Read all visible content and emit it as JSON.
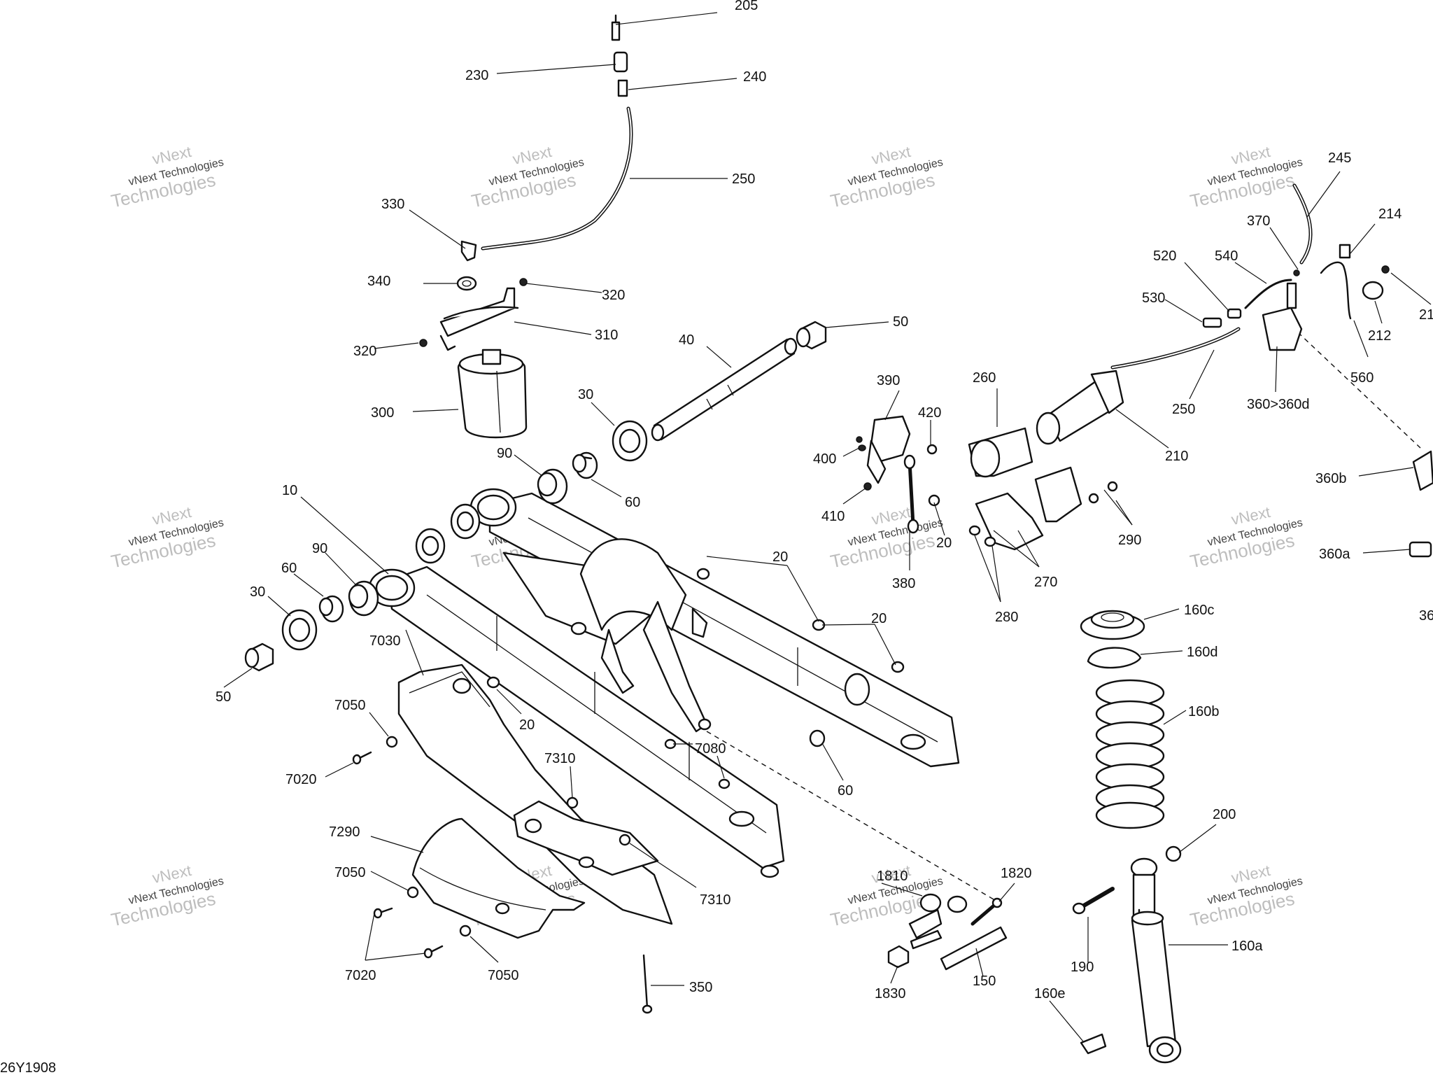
{
  "diagram": {
    "code": "26Y1908",
    "watermark": {
      "line1": "vNext",
      "line2": "vNext Technologies",
      "line3": "Technologies"
    },
    "labels": [
      {
        "id": "l205",
        "text": "205"
      },
      {
        "id": "l230",
        "text": "230"
      },
      {
        "id": "l240",
        "text": "240"
      },
      {
        "id": "l250a",
        "text": "250"
      },
      {
        "id": "l330",
        "text": "330"
      },
      {
        "id": "l340",
        "text": "340"
      },
      {
        "id": "l320a",
        "text": "320"
      },
      {
        "id": "l310",
        "text": "310"
      },
      {
        "id": "l320b",
        "text": "320"
      },
      {
        "id": "l300",
        "text": "300"
      },
      {
        "id": "l40",
        "text": "40"
      },
      {
        "id": "l50a",
        "text": "50"
      },
      {
        "id": "l30a",
        "text": "30"
      },
      {
        "id": "l90a",
        "text": "90"
      },
      {
        "id": "l60a",
        "text": "60"
      },
      {
        "id": "l10",
        "text": "10"
      },
      {
        "id": "l90b",
        "text": "90"
      },
      {
        "id": "l60b",
        "text": "60"
      },
      {
        "id": "l30b",
        "text": "30"
      },
      {
        "id": "l50b",
        "text": "50"
      },
      {
        "id": "l7030",
        "text": "7030"
      },
      {
        "id": "l7050a",
        "text": "7050"
      },
      {
        "id": "l7020a",
        "text": "7020"
      },
      {
        "id": "l20a",
        "text": "20"
      },
      {
        "id": "l7310a",
        "text": "7310"
      },
      {
        "id": "l7080",
        "text": "7080"
      },
      {
        "id": "l20b",
        "text": "20"
      },
      {
        "id": "l20c",
        "text": "20"
      },
      {
        "id": "l60c",
        "text": "60"
      },
      {
        "id": "l7290",
        "text": "7290"
      },
      {
        "id": "l7050b",
        "text": "7050"
      },
      {
        "id": "l7310b",
        "text": "7310"
      },
      {
        "id": "l7020b",
        "text": "7020"
      },
      {
        "id": "l7050c",
        "text": "7050"
      },
      {
        "id": "l350",
        "text": "350"
      },
      {
        "id": "l390",
        "text": "390"
      },
      {
        "id": "l420",
        "text": "420"
      },
      {
        "id": "l400",
        "text": "400"
      },
      {
        "id": "l410",
        "text": "410"
      },
      {
        "id": "l20d",
        "text": "20"
      },
      {
        "id": "l380",
        "text": "380"
      },
      {
        "id": "l260",
        "text": "260"
      },
      {
        "id": "l210",
        "text": "210"
      },
      {
        "id": "l290",
        "text": "290"
      },
      {
        "id": "l270",
        "text": "270"
      },
      {
        "id": "l280",
        "text": "280"
      },
      {
        "id": "l245",
        "text": "245"
      },
      {
        "id": "l214",
        "text": "214"
      },
      {
        "id": "l370",
        "text": "370"
      },
      {
        "id": "l520",
        "text": "520"
      },
      {
        "id": "l540",
        "text": "540"
      },
      {
        "id": "l530",
        "text": "530"
      },
      {
        "id": "l212",
        "text": "212"
      },
      {
        "id": "l21x",
        "text": "21"
      },
      {
        "id": "l250b",
        "text": "250"
      },
      {
        "id": "l360",
        "text": "360>360d"
      },
      {
        "id": "l560",
        "text": "560"
      },
      {
        "id": "l360b",
        "text": "360b"
      },
      {
        "id": "l360a",
        "text": "360a"
      },
      {
        "id": "l36x",
        "text": "36"
      },
      {
        "id": "l160c",
        "text": "160c"
      },
      {
        "id": "l160d",
        "text": "160d"
      },
      {
        "id": "l160b",
        "text": "160b"
      },
      {
        "id": "l200",
        "text": "200"
      },
      {
        "id": "l1810",
        "text": "1810"
      },
      {
        "id": "l1820",
        "text": "1820"
      },
      {
        "id": "l190",
        "text": "190"
      },
      {
        "id": "l160a",
        "text": "160a"
      },
      {
        "id": "l1830",
        "text": "1830"
      },
      {
        "id": "l150",
        "text": "150"
      },
      {
        "id": "l160e",
        "text": "160e"
      }
    ]
  }
}
